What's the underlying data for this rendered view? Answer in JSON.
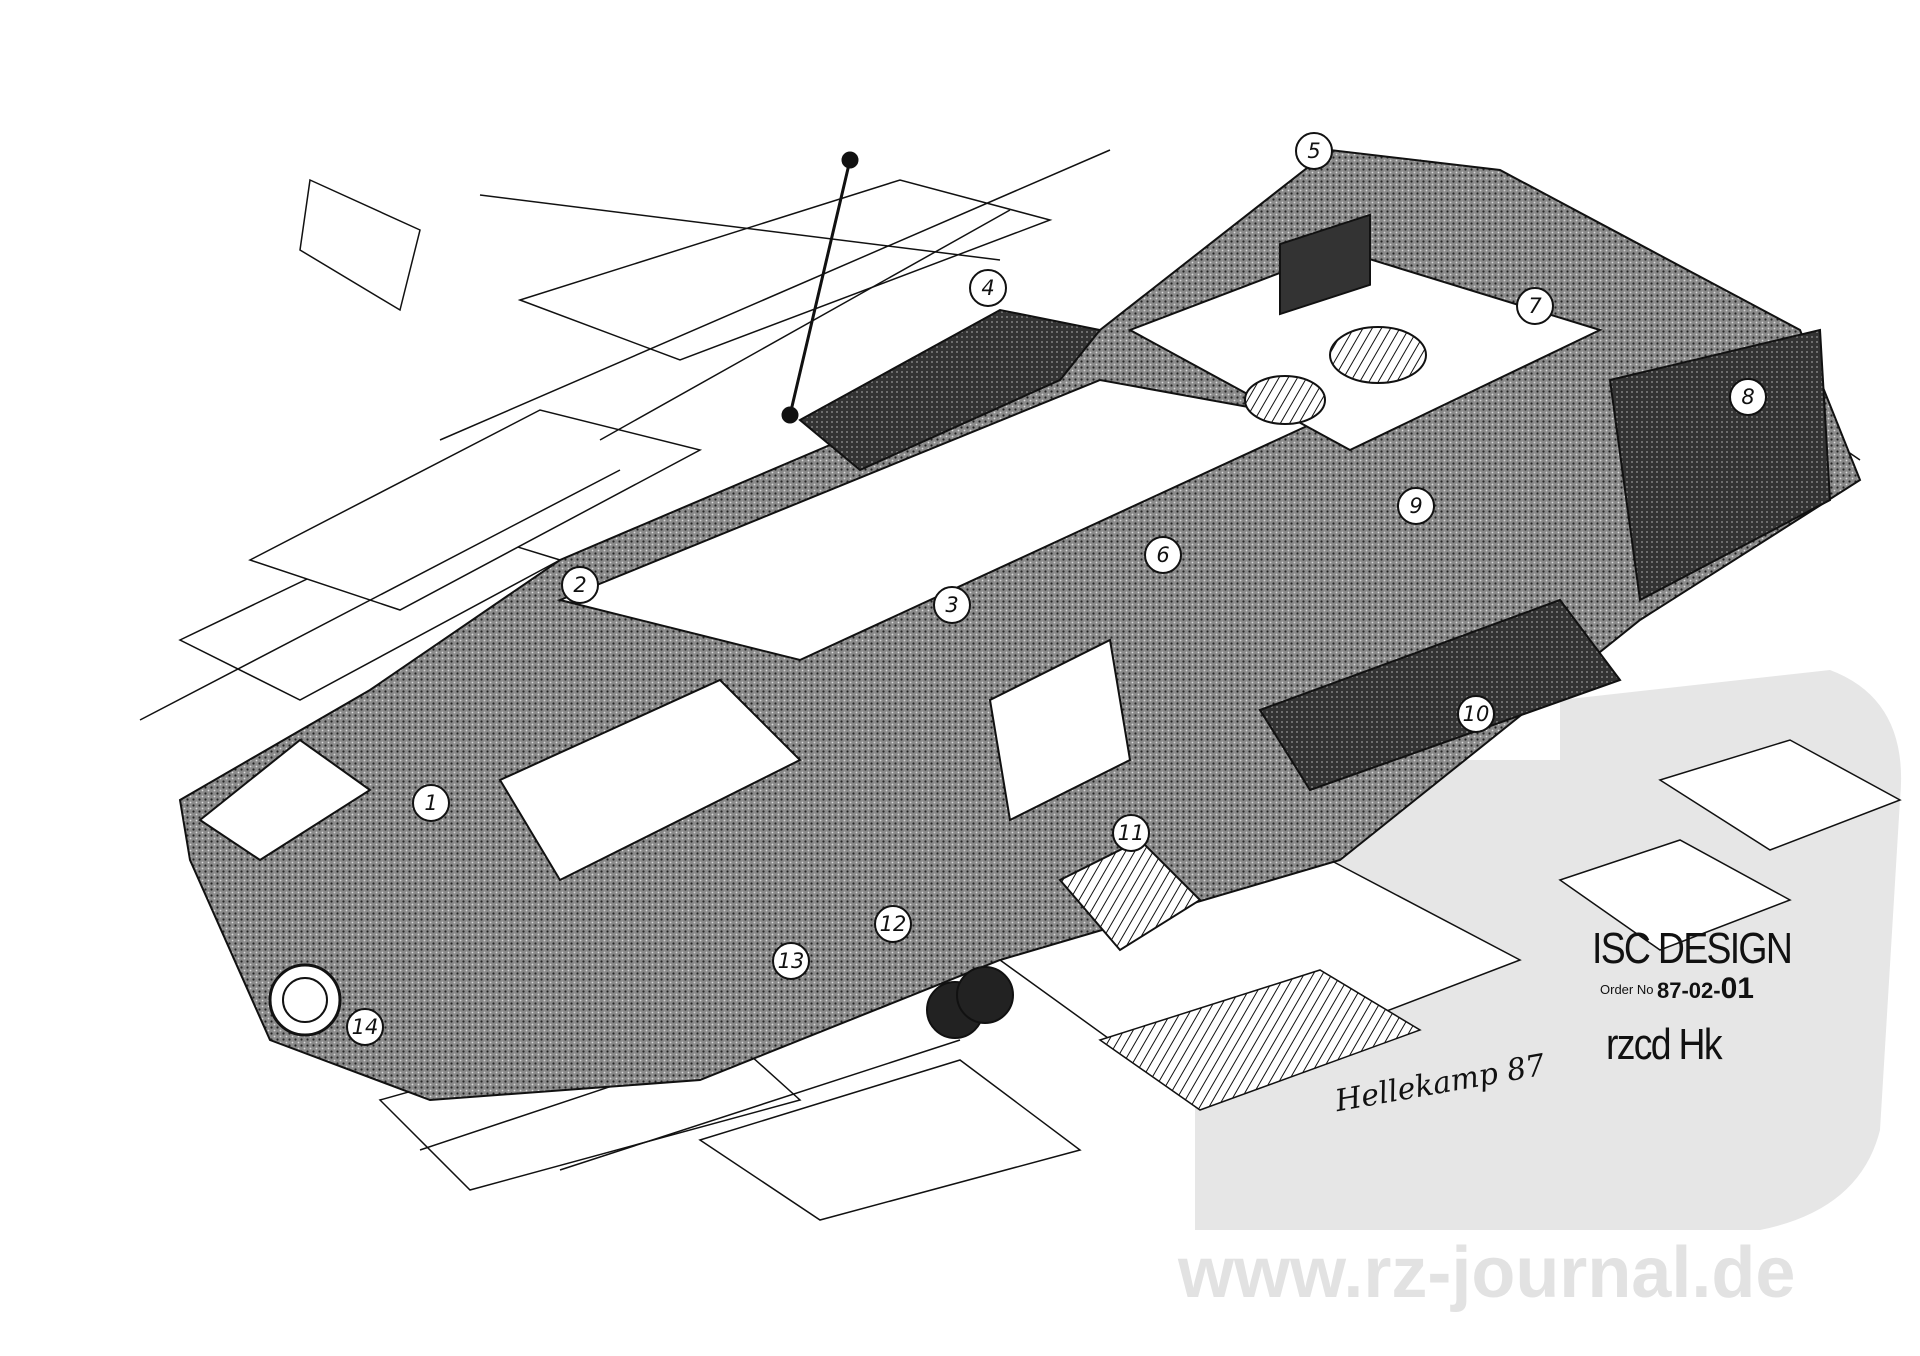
{
  "drawing": {
    "callouts": [
      "1",
      "2",
      "3",
      "4",
      "5",
      "6",
      "7",
      "8",
      "9",
      "10",
      "11",
      "12",
      "13",
      "14"
    ],
    "title_block": {
      "title": "ISC DESIGN",
      "order_label": "Order No",
      "order_number": "87-02-",
      "order_suffix": "01",
      "code": "rzcd Hk"
    },
    "signature": "Hellekamp 87"
  },
  "watermark": {
    "url_text": "www.rz-journal.de",
    "color": "#e2e2e2"
  }
}
